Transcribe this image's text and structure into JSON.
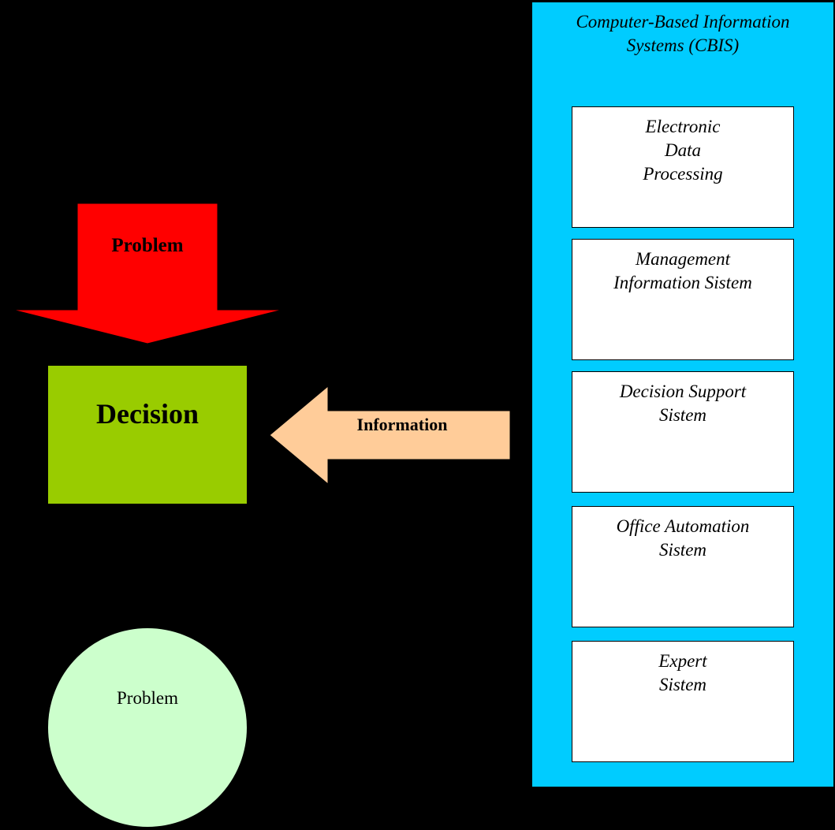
{
  "problem_arrow": {
    "label": "Problem",
    "color": "#ff0000"
  },
  "decision_box": {
    "label": "Decision",
    "color": "#99cc00"
  },
  "information_arrow": {
    "label": "Information",
    "color": "#ffcc99"
  },
  "problem_circle": {
    "label": "Problem",
    "color": "#ccffcc"
  },
  "cbis": {
    "title_lines": [
      "Computer-Based Information",
      "Systems (CBIS)"
    ],
    "color": "#00ccff",
    "systems": [
      {
        "lines": [
          "Electronic",
          "Data",
          "Processing"
        ]
      },
      {
        "lines": [
          "Management",
          "Information Sistem"
        ]
      },
      {
        "lines": [
          "Decision Support",
          "Sistem"
        ]
      },
      {
        "lines": [
          "Office Automation",
          "Sistem"
        ]
      },
      {
        "lines": [
          "Expert",
          "Sistem"
        ]
      }
    ]
  }
}
